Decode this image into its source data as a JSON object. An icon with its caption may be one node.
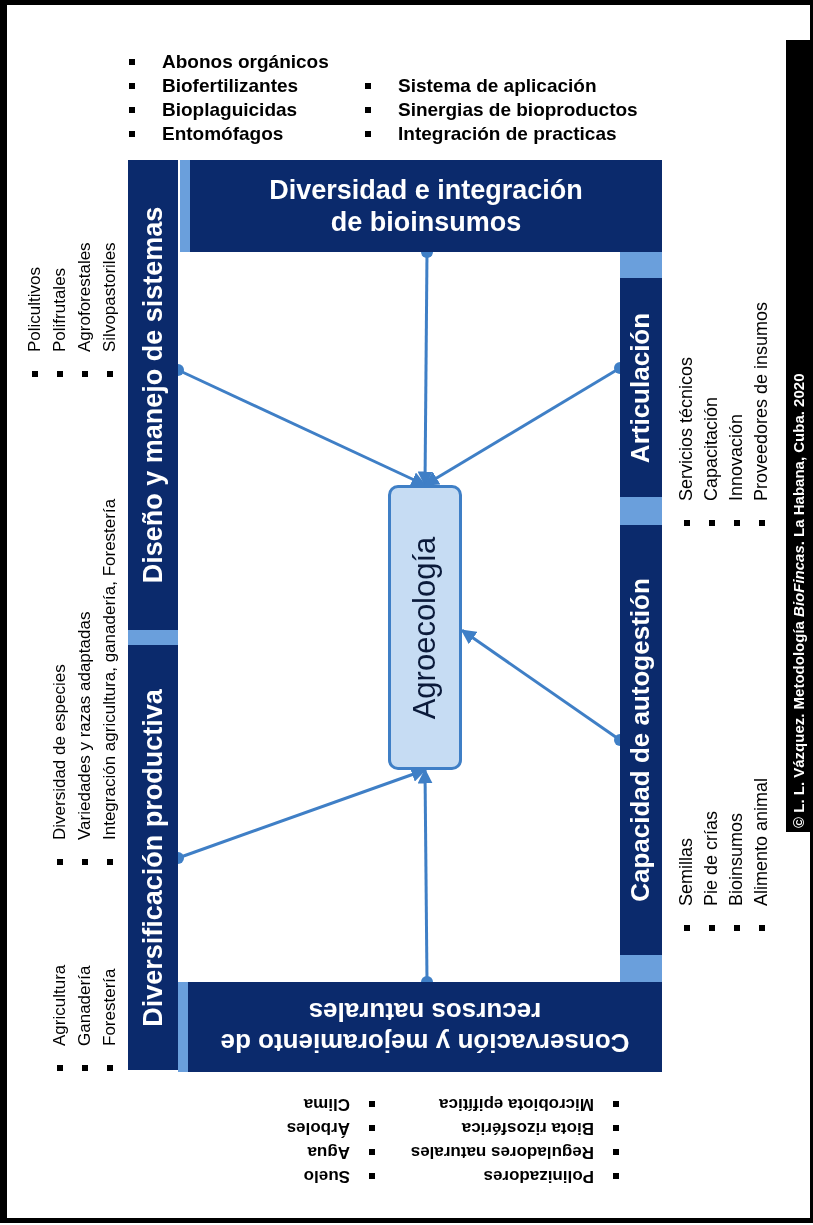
{
  "diagram": {
    "nodes": [
      {
        "text": [
          "Diversidad e integración de bioinsumos"
        ]
      },
      {
        "text": [
          "Diseño y manejo de sistemas"
        ]
      },
      {
        "text": [
          "Diversificación productiva"
        ]
      },
      {
        "text": [
          "Articulación"
        ]
      },
      {
        "text": [
          "Capacidad de autogestión"
        ]
      },
      {
        "text": [
          "Conservación y mejoramiento de recursos naturales"
        ]
      },
      {
        "text": [
          "Agroecología"
        ]
      }
    ],
    "edges": [
      {
        "from": 0,
        "to": 6,
        "arrow": "to"
      },
      {
        "from": 1,
        "to": 6,
        "arrow": "to"
      },
      {
        "from": 2,
        "to": 6,
        "arrow": "to"
      },
      {
        "from": 3,
        "to": 6,
        "arrow": "to"
      },
      {
        "from": 4,
        "to": 6,
        "arrow": "to"
      },
      {
        "from": 5,
        "to": 6,
        "arrow": "to"
      }
    ],
    "labels": [
      "Abonos orgánicos",
      "Biofertilizantes",
      "Bioplaguicidas",
      "Entomófagos",
      "Sistema de aplicación",
      "Sinergias de bioproductos",
      "Integración de practicas",
      "Policultivos",
      "Polifrutales",
      "Agroforestales",
      "Silvopastoriles",
      "Diversidad de especies",
      "Variedades y razas adaptadas",
      "Integración agricultura, ganadería, Forestería",
      "Agricultura",
      "Ganadería",
      "Forestería",
      "Servicios técnicos",
      "Capacitación",
      "Innovación",
      "Proveedores de insumos",
      "Semillas",
      "Pie de crías",
      "Bioinsumos",
      "Alimento animal",
      "Polinizadores",
      "Reguladores naturales",
      "Biota rizosférica",
      "Microbiota epifítica",
      "Suelo",
      "Agua",
      "Árboles",
      "Clima",
      "© L. L. Vázquez. Metodología *BioFincas*. La Habana, Cuba. 2020"
    ]
  }
}
